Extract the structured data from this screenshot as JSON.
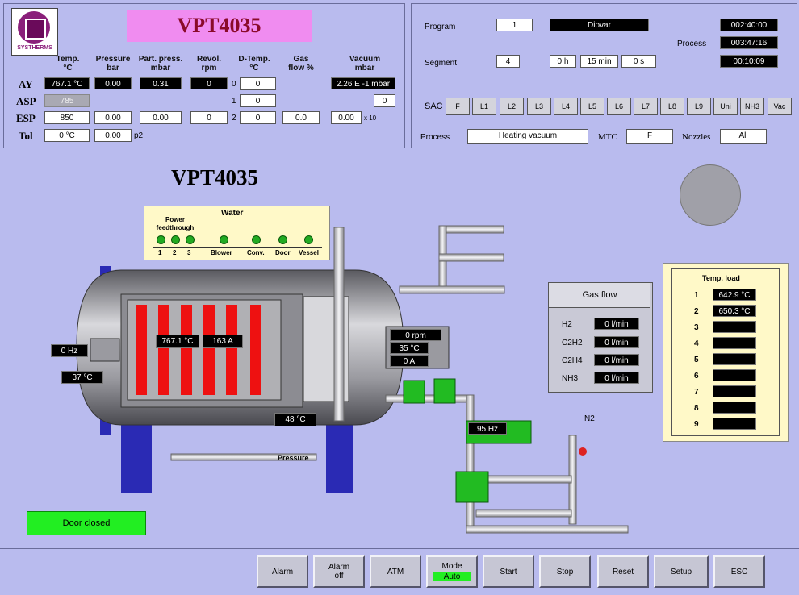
{
  "app": {
    "brand": "SYSTHERMS",
    "title": "VPT4035",
    "main_title": "VPT4035"
  },
  "columns": [
    {
      "l1": "Temp.",
      "l2": "°C"
    },
    {
      "l1": "Pressure",
      "l2": "bar"
    },
    {
      "l1": "Part. press.",
      "l2": "mbar"
    },
    {
      "l1": "Revol.",
      "l2": "rpm"
    },
    {
      "l1": "D-Temp.",
      "l2": "°C"
    },
    {
      "l1": "Gas",
      "l2": "flow %"
    },
    {
      "l1": "Vacuum",
      "l2": "mbar"
    }
  ],
  "rows": {
    "ay": "AY",
    "asp": "ASP",
    "esp": "ESP",
    "tol": "Tol"
  },
  "ay": {
    "temp": "767.1 °C",
    "pressure": "0.00",
    "part": "0.31",
    "revol": "0",
    "idx": "0",
    "dtemp": "0",
    "vacuum": "2.26 E -1 mbar"
  },
  "asp": {
    "temp": "785",
    "idx": "1",
    "dtemp": "0",
    "vac_small": "0"
  },
  "esp": {
    "temp": "850",
    "pressure": "0.00",
    "part": "0.00",
    "revol": "0",
    "idx": "2",
    "dtemp": "0",
    "gas": "0.0",
    "vacuum": "0.00",
    "vac_unit": "x 10"
  },
  "tol": {
    "temp": "0 °C",
    "pressure": "0.00",
    "p_unit": "p2"
  },
  "program": {
    "label": "Program",
    "number": "1",
    "name": "Diovar",
    "time1": "002:40:00",
    "process_label": "Process",
    "process_time": "003:47:16",
    "time3": "00:10:09"
  },
  "segment": {
    "label": "Segment",
    "number": "4",
    "h": "0 h",
    "min": "15 min",
    "s": "0 s"
  },
  "sac": {
    "label": "SAC",
    "buttons": [
      "F",
      "L1",
      "L2",
      "L3",
      "L4",
      "L5",
      "L6",
      "L7",
      "L8",
      "L9",
      "Uni",
      "NH3",
      "Vac"
    ]
  },
  "status": {
    "process_label": "Process",
    "process_value": "Heating vacuum",
    "mtc_label": "MTC",
    "mtc_value": "F",
    "nozzles_label": "Nozzles",
    "nozzles_value": "All"
  },
  "water": {
    "title": "Water",
    "power_label": "Power feedthrough",
    "n1": "1",
    "n2": "2",
    "n3": "3",
    "blower": "Blower",
    "conv": "Conv.",
    "door": "Door",
    "vessel": "Vessel"
  },
  "furnace": {
    "heater_temp": "767.1 °C",
    "heater_current": "163 A",
    "fan_rpm": "0 rpm",
    "fan_temp": "35 °C",
    "fan_current": "0 A",
    "left_freq": "0 Hz",
    "left_temp": "37 °C",
    "bottom_temp": "48 °C",
    "pump_freq": "95 Hz",
    "pressure_label": "Pressure",
    "n2_label": "N2"
  },
  "gas_flow": {
    "title": "Gas flow",
    "items": [
      {
        "name": "H2",
        "value": "0 l/min"
      },
      {
        "name": "C2H2",
        "value": "0 l/min"
      },
      {
        "name": "C2H4",
        "value": "0 l/min"
      },
      {
        "name": "NH3",
        "value": "0 l/min"
      }
    ]
  },
  "temp_load": {
    "title": "Temp. load",
    "items": [
      {
        "n": "1",
        "v": "642.9 °C"
      },
      {
        "n": "2",
        "v": "650.3 °C"
      },
      {
        "n": "3",
        "v": ""
      },
      {
        "n": "4",
        "v": ""
      },
      {
        "n": "5",
        "v": ""
      },
      {
        "n": "6",
        "v": ""
      },
      {
        "n": "7",
        "v": ""
      },
      {
        "n": "8",
        "v": ""
      },
      {
        "n": "9",
        "v": ""
      }
    ]
  },
  "door_status": "Door closed",
  "buttons": {
    "alarm": "Alarm",
    "alarm_off_1": "Alarm",
    "alarm_off_2": "off",
    "atm": "ATM",
    "mode": "Mode",
    "mode_value": "Auto",
    "start": "Start",
    "stop": "Stop",
    "reset": "Reset",
    "setup": "Setup",
    "esc": "ESC"
  },
  "colors": {
    "background": "#b9bbee",
    "heater_red": "#ee1111",
    "door_green": "#22ee22",
    "title_pink": "#f08cf0",
    "temp_load_bg": "#fff9c8"
  }
}
